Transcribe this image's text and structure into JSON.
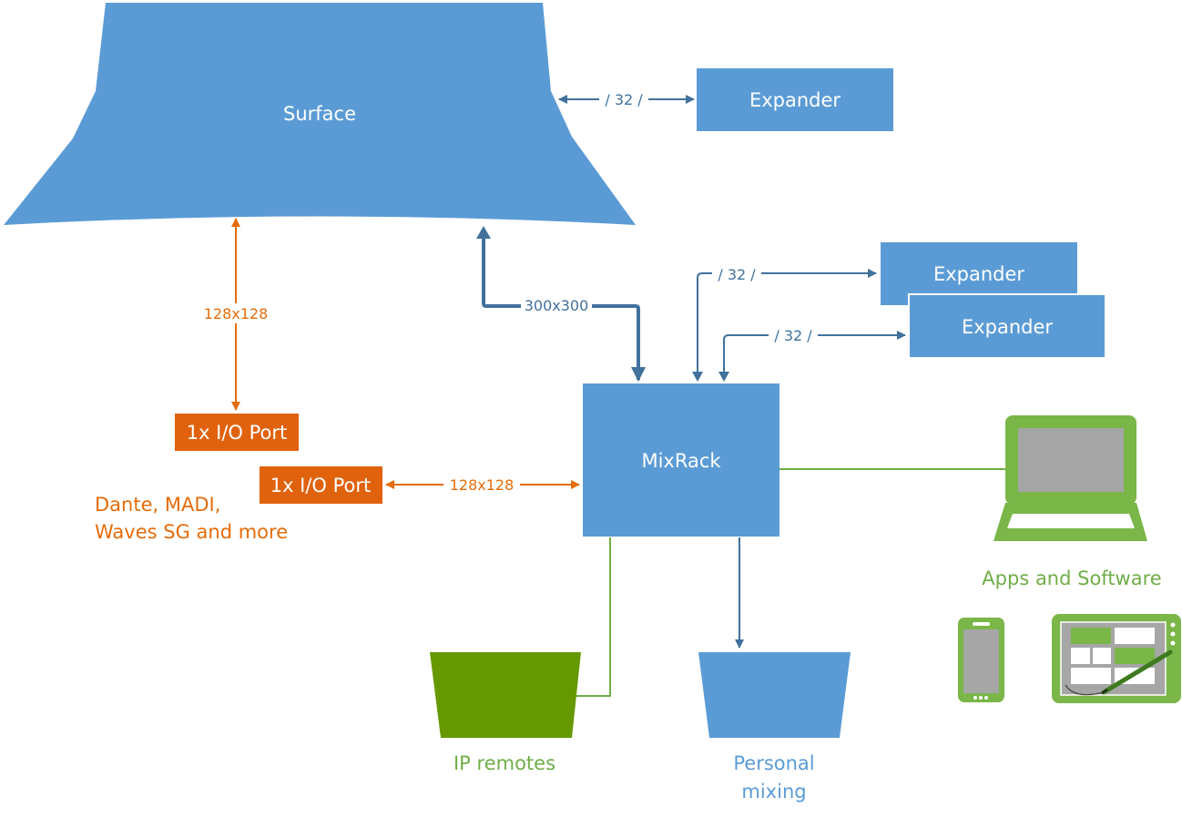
{
  "colors": {
    "blue": "#5b9bd5",
    "blue_dark_line": "#41719c",
    "orange": "#e46c0a",
    "orange_fill": "#e0620d",
    "green": "#70ad47",
    "green_dark": "#669900",
    "laptop_green": "#7ab648",
    "screen_grey": "#a6a6a6"
  },
  "nodes": {
    "surface": "Surface",
    "expander_top": "Expander",
    "expander_mid": "Expander",
    "expander_low": "Expander",
    "mixrack": "MixRack",
    "io_port_top": "1x I/O Port",
    "io_port_bottom": "1x I/O Port"
  },
  "edge_labels": {
    "surface_expander": "/ 32 /",
    "surface_io": "128x128",
    "surface_mixrack": "300x300",
    "mixrack_expander_mid": "/ 32 /",
    "mixrack_expander_low": "/ 32 /",
    "io_mixrack": "128x128"
  },
  "captions": {
    "io_formats_line1": "Dante, MADI,",
    "io_formats_line2": "Waves SG and more",
    "apps": "Apps and Software",
    "ip_remotes": "IP remotes",
    "personal_line1": "Personal",
    "personal_line2": "mixing"
  },
  "icons": {
    "laptop": "laptop-icon",
    "phone": "phone-icon",
    "tablet": "tablet-icon"
  }
}
